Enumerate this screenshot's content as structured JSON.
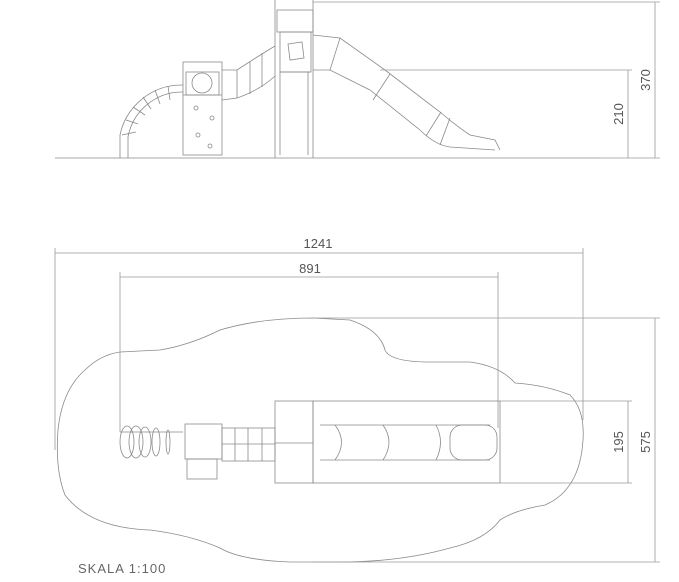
{
  "elevation": {
    "dim_total_height": "370",
    "dim_platform_height": "210"
  },
  "plan": {
    "dim_total_length": "1241",
    "dim_equipment_length": "891",
    "dim_equipment_width": "195",
    "dim_total_width": "575"
  },
  "scale_label": "SKALA 1:100"
}
